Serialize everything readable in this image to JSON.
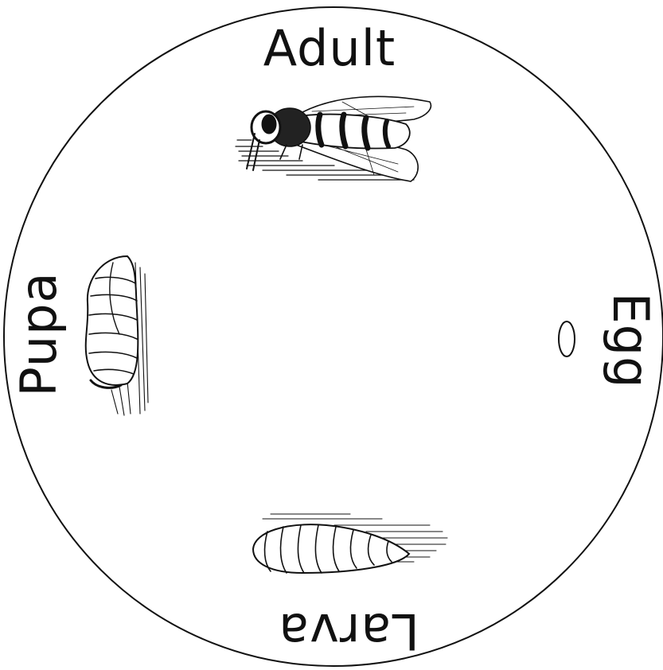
{
  "diagram": {
    "stages": {
      "adult": "Adult",
      "egg": "Egg",
      "larva": "Larva",
      "pupa": "Pupa"
    },
    "colors": {
      "ink": "#111111",
      "background": "#ffffff"
    }
  }
}
